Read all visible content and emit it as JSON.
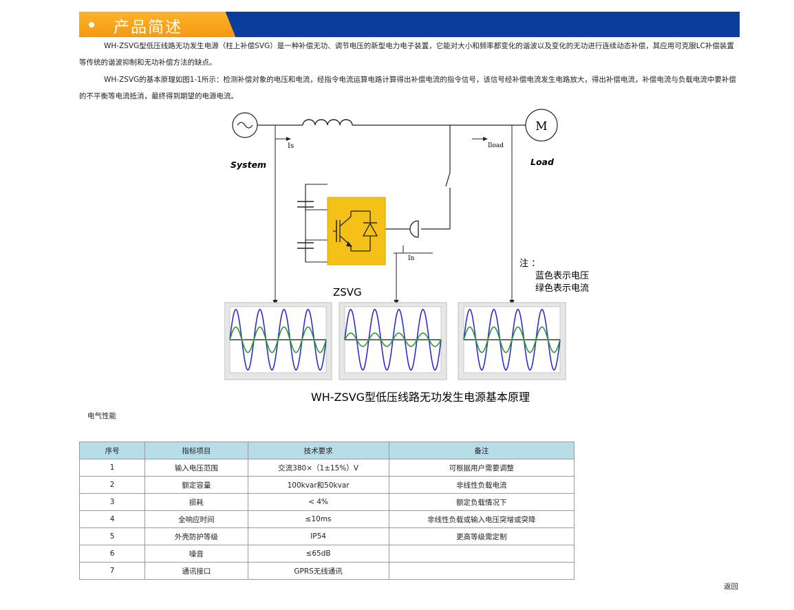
{
  "header": {
    "title": "产品简述"
  },
  "intro": {
    "para1": "WH-ZSVG型低压线路无功发生电源（柱上补偿SVG）是一种补偿无功、调节电压的新型电力电子装置，它能对大小和频率都变化的谐波以及变化的无功进行连续动态补偿，其应用可克服LC补偿装置等传统的谐波抑制和无功补偿方法的缺点。",
    "para2": "WH-ZSVG的基本原理如图1-1所示：检测补偿对象的电压和电流，经指令电流运算电路计算得出补偿电流的指令信号，该信号经补偿电流发生电路放大，得出补偿电流，补偿电流与负载电流中要补偿的不平衡等电流抵消，最终得到期望的电源电流。"
  },
  "diagram": {
    "system_label": "System",
    "load_label": "Load",
    "motor_label": "M",
    "is_label": "Is",
    "iload_label": "Iload",
    "in_label": "In",
    "device_label": "ZSVG",
    "note_title": "注 ：",
    "note_line1": "蓝色表示电压",
    "note_line2": "绿色表示电流",
    "caption": "WH-ZSVG型低压线路无功发生电源基本原理",
    "colors": {
      "voltage": "#2b2bd6",
      "current": "#2c9a2c",
      "device": "#f5c118"
    }
  },
  "section": {
    "label": "电气性能"
  },
  "table": {
    "headers": [
      "序号",
      "指标项目",
      "技术要求",
      "备注"
    ],
    "rows": [
      [
        "1",
        "输入电压范围",
        "交流380×（1±15%）V",
        "可根据用户需要调整"
      ],
      [
        "2",
        "额定容量",
        "100kvar和50kvar",
        "非线性负载电流"
      ],
      [
        "3",
        "损耗",
        "< 4%",
        "额定负载情况下"
      ],
      [
        "4",
        "全响应时间",
        "≤10ms",
        "非线性负载或输入电压突增或突降"
      ],
      [
        "5",
        "外壳防护等级",
        "IP54",
        "更高等级需定制"
      ],
      [
        "6",
        "噪音",
        "≤65dB",
        ""
      ],
      [
        "7",
        "通讯接口",
        "GPRS无线通讯",
        ""
      ]
    ]
  },
  "footer": {
    "back_label": "返回"
  }
}
